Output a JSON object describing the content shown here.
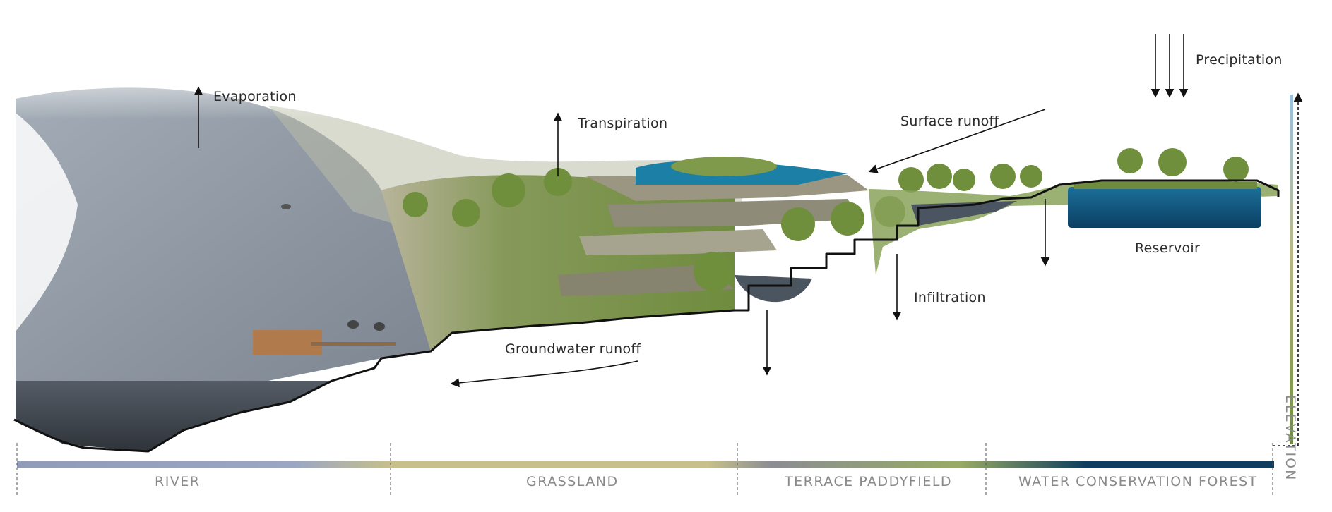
{
  "labels": {
    "evaporation": "Evaporation",
    "transpiration": "Transpiration",
    "surface_runoff": "Surface runoff",
    "precipitation": "Precipitation",
    "infiltration": "Infiltration",
    "groundwater_runoff": "Groundwater  runoff",
    "reservoir": "Reservoir",
    "elevation": "ELEVATION"
  },
  "zones": [
    {
      "name": "RIVER"
    },
    {
      "name": "GRASSLAND"
    },
    {
      "name": "TERRACE PADDYFIELD"
    },
    {
      "name": "WATER CONSERVATION FOREST"
    }
  ],
  "colors": {
    "river_rock": "#8e97a2",
    "river_deep": "#3b4047",
    "grass": "#7f9a4a",
    "terrace_stone": "#9b9a86",
    "water": "#1f7fa6",
    "reservoir": "#0f4e74",
    "outline": "#111111",
    "zone_river": "#8f9bb8",
    "zone_grass": "#c7c08a",
    "zone_terrace": "#8a8d93",
    "zone_forest": "#0f3d5e"
  }
}
